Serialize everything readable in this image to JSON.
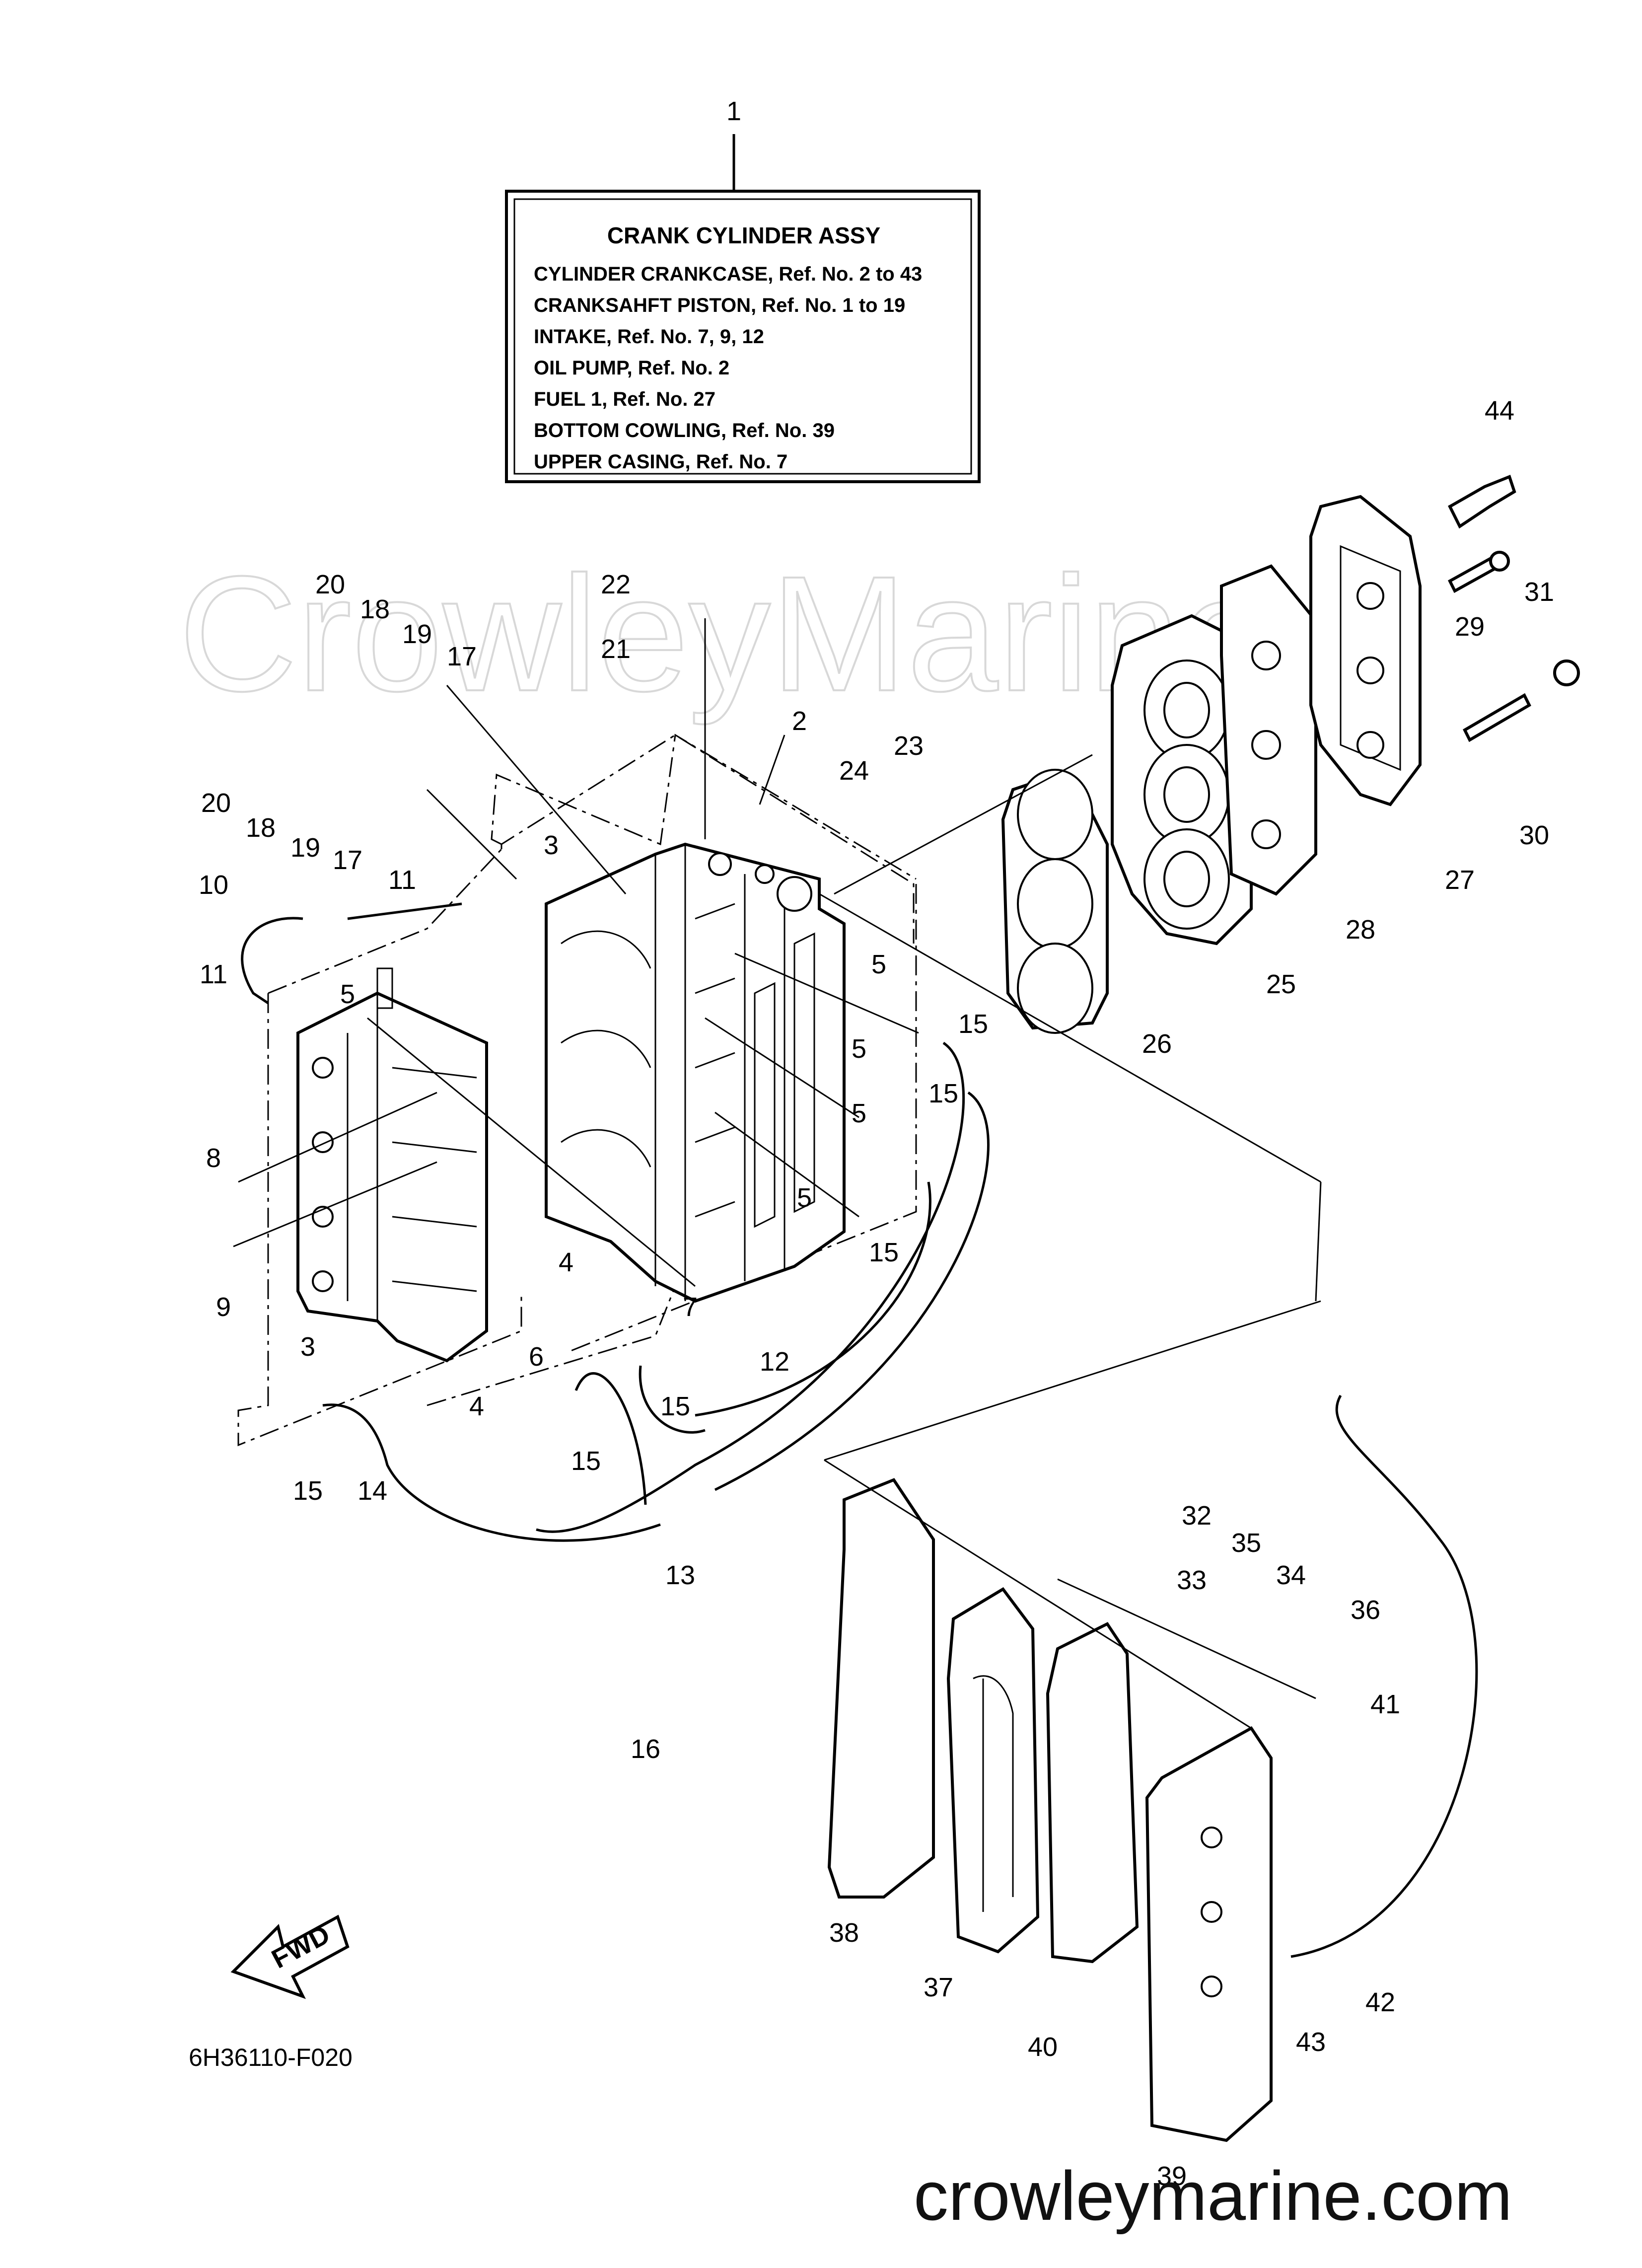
{
  "watermark": "CrowleyMarine",
  "legend": {
    "title": "CRANK CYLINDER ASSY",
    "lines": [
      "CYLINDER CRANKCASE,  Ref. No. 2  to 43",
      "CRANKSAHFT PISTON,  Ref. No. 1  to  19",
      "INTAKE,  Ref. No. 7, 9, 12",
      "OIL PUMP,  Ref. No. 2",
      "FUEL 1,  Ref. No. 27",
      "BOTTOM COWLING,  Ref. No. 39",
      "UPPER CASING,  Ref. No. 7"
    ]
  },
  "fwd_label": "FWD",
  "diagram_code": "6H36110-F020",
  "brand": "crowleymarine.com",
  "callouts": [
    "1",
    "2",
    "3",
    "3",
    "4",
    "4",
    "5",
    "5",
    "5",
    "5",
    "5",
    "6",
    "7",
    "8",
    "9",
    "10",
    "11",
    "11",
    "12",
    "13",
    "14",
    "15",
    "15",
    "15",
    "15",
    "15",
    "15",
    "16",
    "17",
    "17",
    "18",
    "18",
    "19",
    "19",
    "20",
    "20",
    "21",
    "22",
    "23",
    "24",
    "25",
    "26",
    "27",
    "28",
    "29",
    "30",
    "31",
    "32",
    "33",
    "34",
    "35",
    "36",
    "37",
    "38",
    "39",
    "40",
    "41",
    "42",
    "43",
    "44"
  ]
}
